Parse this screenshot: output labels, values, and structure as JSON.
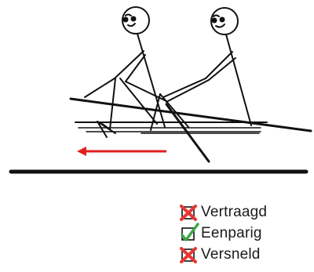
{
  "options": [
    {
      "label": "Vertraagd",
      "state": "wrong"
    },
    {
      "label": "Eenparig",
      "state": "correct"
    },
    {
      "label": "Versneld",
      "state": "wrong"
    }
  ],
  "colors": {
    "line": "#111111",
    "arrow": "#e02020",
    "wrong_mark": "#e53935",
    "correct_mark": "#3aa845"
  },
  "icons": {
    "wrong": "red-cross-icon",
    "correct": "green-check-icon",
    "box": "checkbox-icon"
  }
}
